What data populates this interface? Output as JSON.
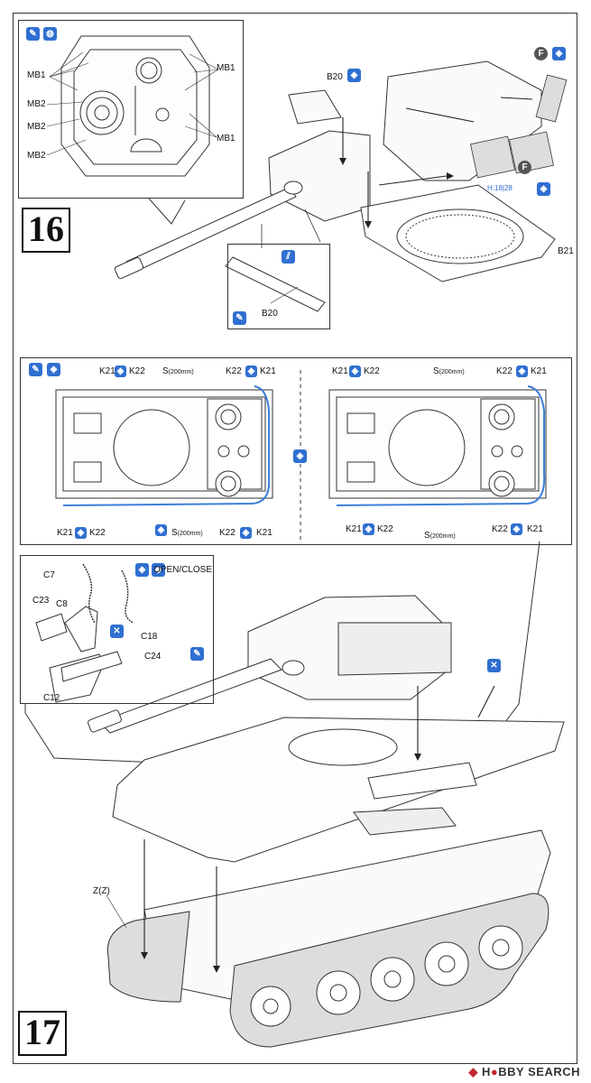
{
  "step16": {
    "number": "16",
    "inset_labels": {
      "mb1": "MB1",
      "mb2": "MB2"
    },
    "parts": {
      "b20": "B20",
      "b21": "B21"
    },
    "scale": {
      "prefix": "H:",
      "a": "18",
      "b": "28"
    }
  },
  "wiring": {
    "k21": "K21",
    "k22": "K22",
    "s_top_left": "S",
    "s_top_left_unit": "(200mm)",
    "s_top_right": "S",
    "s_top_right_unit": "(200mm)",
    "s_bottom_left": "S",
    "s_bottom_left_unit": "(200mm)",
    "s_bottom_right": "S",
    "s_bottom_right_unit": "(200mm)"
  },
  "step17": {
    "number": "17",
    "parts": {
      "c7": "C7",
      "c8": "C8",
      "c23": "C23",
      "c18": "C18",
      "c24": "C24",
      "c12": "C12",
      "zz": "Z(Z)"
    },
    "open_close": "OPEN/CLOSE"
  },
  "icons": {
    "glue": "glue-icon",
    "cement": "cement-icon",
    "symmetric": "symmetric-parts-icon",
    "file": "file-icon",
    "paint": "paint-icon",
    "f_marker": "F",
    "mirror": "mirror-icon"
  },
  "footer": {
    "brand_a": "H",
    "brand_b": "BBY SEARCH"
  },
  "colors": {
    "accent": "#2f6fd1",
    "wire": "#3b7fd9",
    "line": "#333333"
  }
}
